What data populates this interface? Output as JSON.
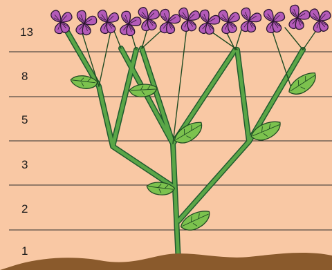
{
  "levels": [
    {
      "label": "13",
      "count": 13
    },
    {
      "label": "8",
      "count": 8
    },
    {
      "label": "5",
      "count": 5
    },
    {
      "label": "3",
      "count": 3
    },
    {
      "label": "2",
      "count": 2
    },
    {
      "label": "1",
      "count": 1
    }
  ],
  "colors": {
    "background": "#f9c8a4",
    "soil": "#8a5a2c",
    "stem": "#5aa647",
    "leaf": "#7cc24e",
    "flower": "#b35ab8"
  }
}
